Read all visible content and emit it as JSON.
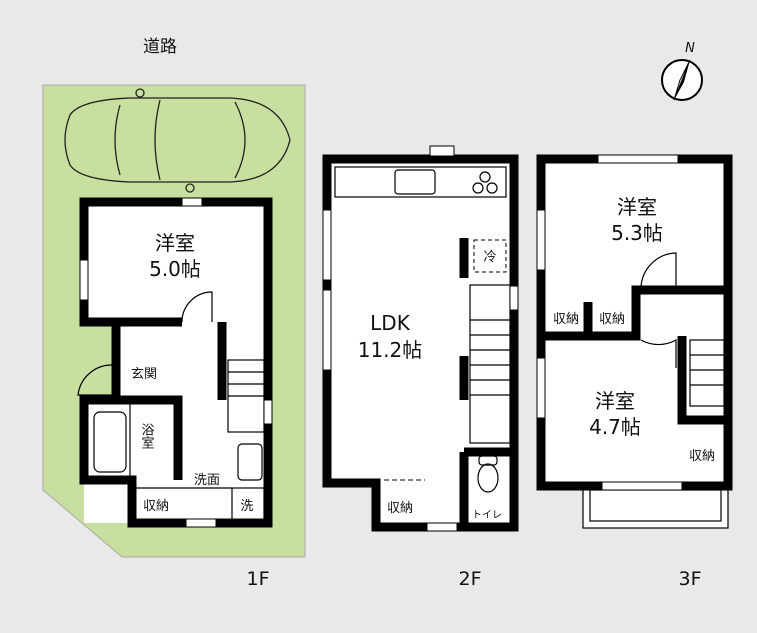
{
  "road_label": "道路",
  "north_label": "N",
  "colors": {
    "background": "#e9e9e9",
    "lot": "#c9df9f",
    "wall": "#000000",
    "room": "#ffffff"
  },
  "floors": [
    {
      "label": "1F",
      "rooms": [
        {
          "name": "洋室",
          "size": "5.0帖"
        },
        {
          "name": "玄関"
        },
        {
          "name": "浴室"
        },
        {
          "name": "洗面"
        },
        {
          "name": "収納"
        },
        {
          "name": "洗"
        }
      ]
    },
    {
      "label": "2F",
      "rooms": [
        {
          "name": "LDK",
          "size": "11.2帖"
        },
        {
          "name": "冷"
        },
        {
          "name": "収納"
        },
        {
          "name": "トイレ"
        }
      ]
    },
    {
      "label": "3F",
      "rooms": [
        {
          "name": "洋室",
          "size": "5.3帖"
        },
        {
          "name": "収納"
        },
        {
          "name": "収納"
        },
        {
          "name": "洋室",
          "size": "4.7帖"
        },
        {
          "name": "収納"
        }
      ]
    }
  ]
}
